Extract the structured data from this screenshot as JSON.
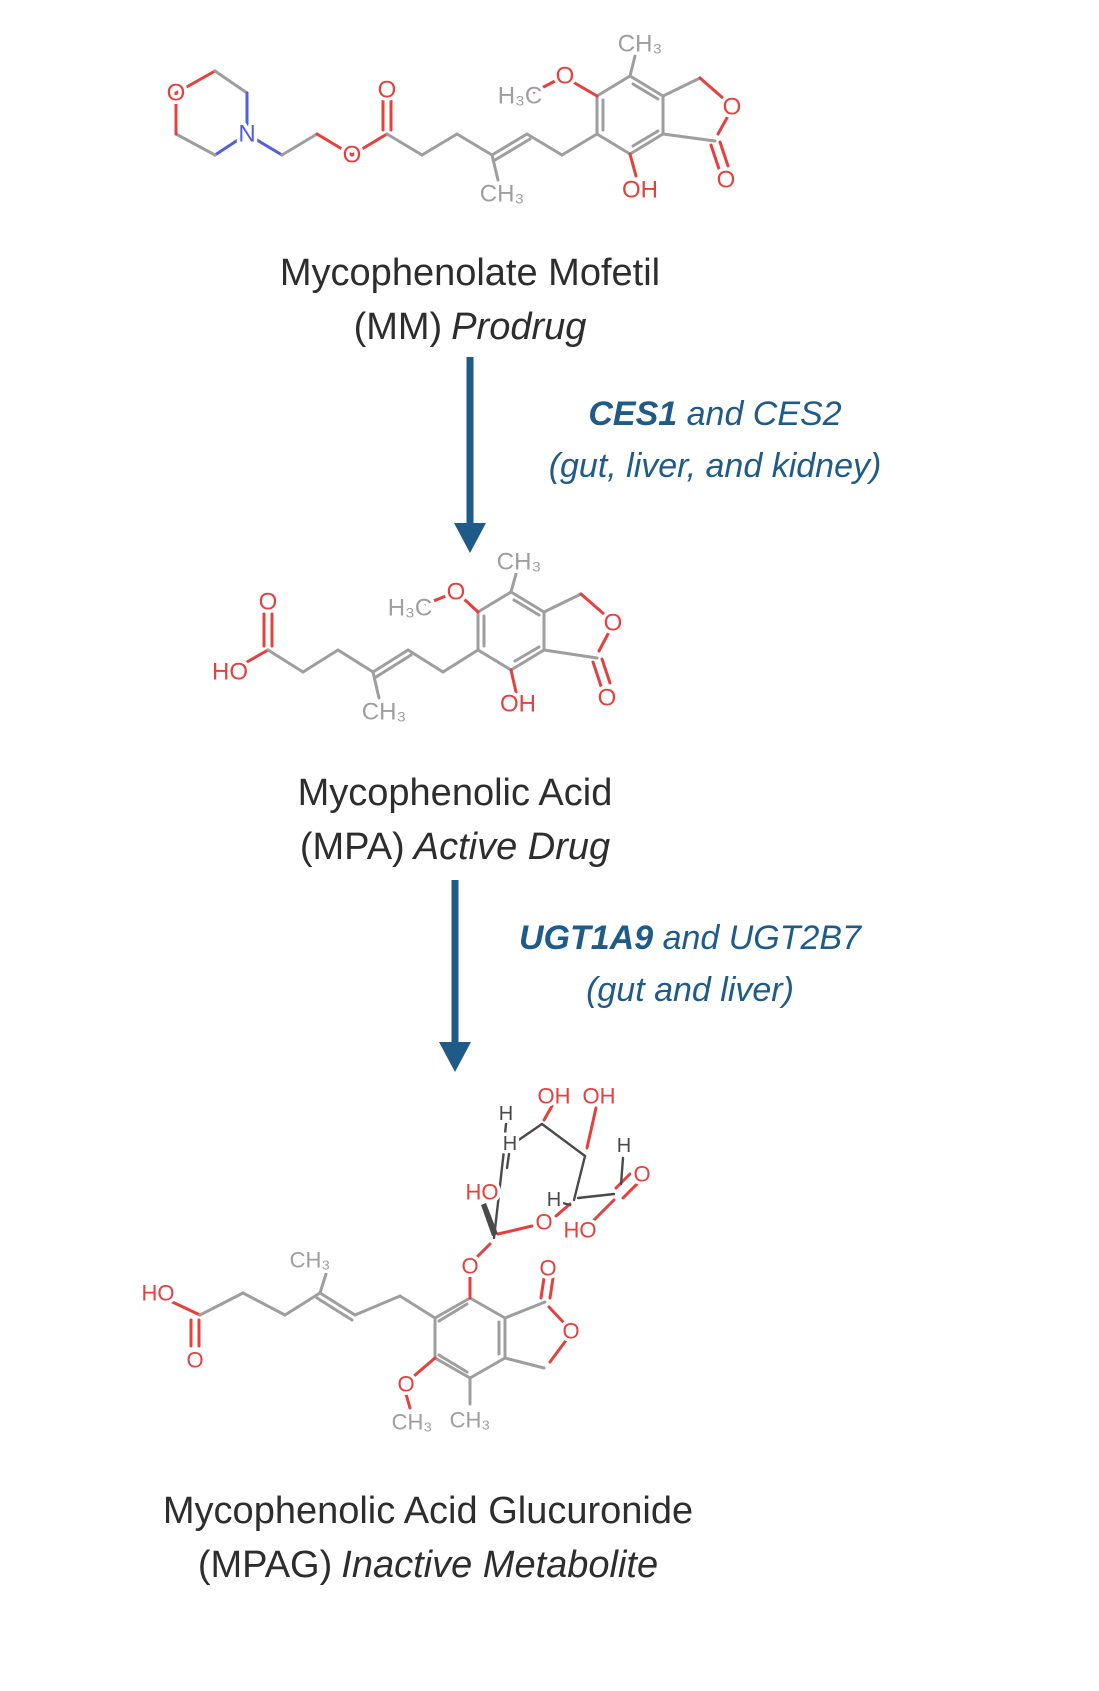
{
  "compounds": [
    {
      "name": "Mycophenolate Mofetil",
      "abbr": "(MM)",
      "role": "Prodrug"
    },
    {
      "name": "Mycophenolic Acid",
      "abbr": "(MPA)",
      "role": "Active Drug"
    },
    {
      "name": "Mycophenolic Acid Glucuronide",
      "abbr": "(MPAG)",
      "role": "Inactive Metabolite"
    }
  ],
  "steps": [
    {
      "enzyme_primary": "CES1",
      "enzyme_rest": " and CES2",
      "tissues": "(gut, liver, and kidney)"
    },
    {
      "enzyme_primary": "UGT1A9",
      "enzyme_rest": " and UGT2B7",
      "tissues": "(gut and liver)"
    }
  ],
  "structures": {
    "mm": {
      "atoms": [
        "O",
        "N",
        "O",
        "O",
        "CH₃",
        "H₃C",
        "O",
        "CH₃",
        "O",
        "O",
        "OH"
      ]
    },
    "mpa": {
      "atoms": [
        "HO",
        "O",
        "CH₃",
        "H₃C",
        "O",
        "CH₃",
        "O",
        "O",
        "OH"
      ]
    },
    "mpag": {
      "atoms": [
        "OH",
        "OH",
        "H",
        "H",
        "HO",
        "H",
        "O",
        "HO",
        "H",
        "O",
        "O",
        "CH₃",
        "HO",
        "O",
        "O",
        "O",
        "O",
        "CH₃",
        "CH₃"
      ]
    }
  },
  "colors": {
    "oxygen_red": "#e4403e",
    "nitrogen_blue": "#5160d8",
    "carbon_gray": "#9e9e9e",
    "sugar_dark": "#4a4a4a",
    "arrow_blue": "#1f5b88",
    "caption_dark": "#2d2d2d"
  }
}
